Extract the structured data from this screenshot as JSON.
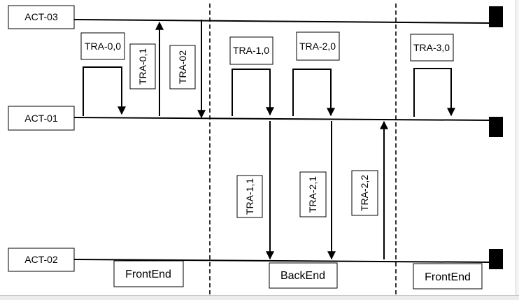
{
  "actors": [
    {
      "id": "act03",
      "label": "ACT-03"
    },
    {
      "id": "act01",
      "label": "ACT-01"
    },
    {
      "id": "act02",
      "label": "ACT-02"
    }
  ],
  "transitions": [
    {
      "id": "tra00",
      "label": "TRA-0,0"
    },
    {
      "id": "tra01",
      "label": "TRA-0,1"
    },
    {
      "id": "tra02",
      "label": "TRA-02"
    },
    {
      "id": "tra10",
      "label": "TRA-1,0"
    },
    {
      "id": "tra20",
      "label": "TRA-2,0"
    },
    {
      "id": "tra30",
      "label": "TRA-3,0"
    },
    {
      "id": "tra11",
      "label": "TRA-1,1"
    },
    {
      "id": "tra21",
      "label": "TRA-2,1"
    },
    {
      "id": "tra22",
      "label": "TRA-2,2"
    }
  ],
  "phases": [
    {
      "id": "phase1",
      "label": "FrontEnd"
    },
    {
      "id": "phase2",
      "label": "BackEnd"
    },
    {
      "id": "phase3",
      "label": "FrontEnd"
    }
  ]
}
